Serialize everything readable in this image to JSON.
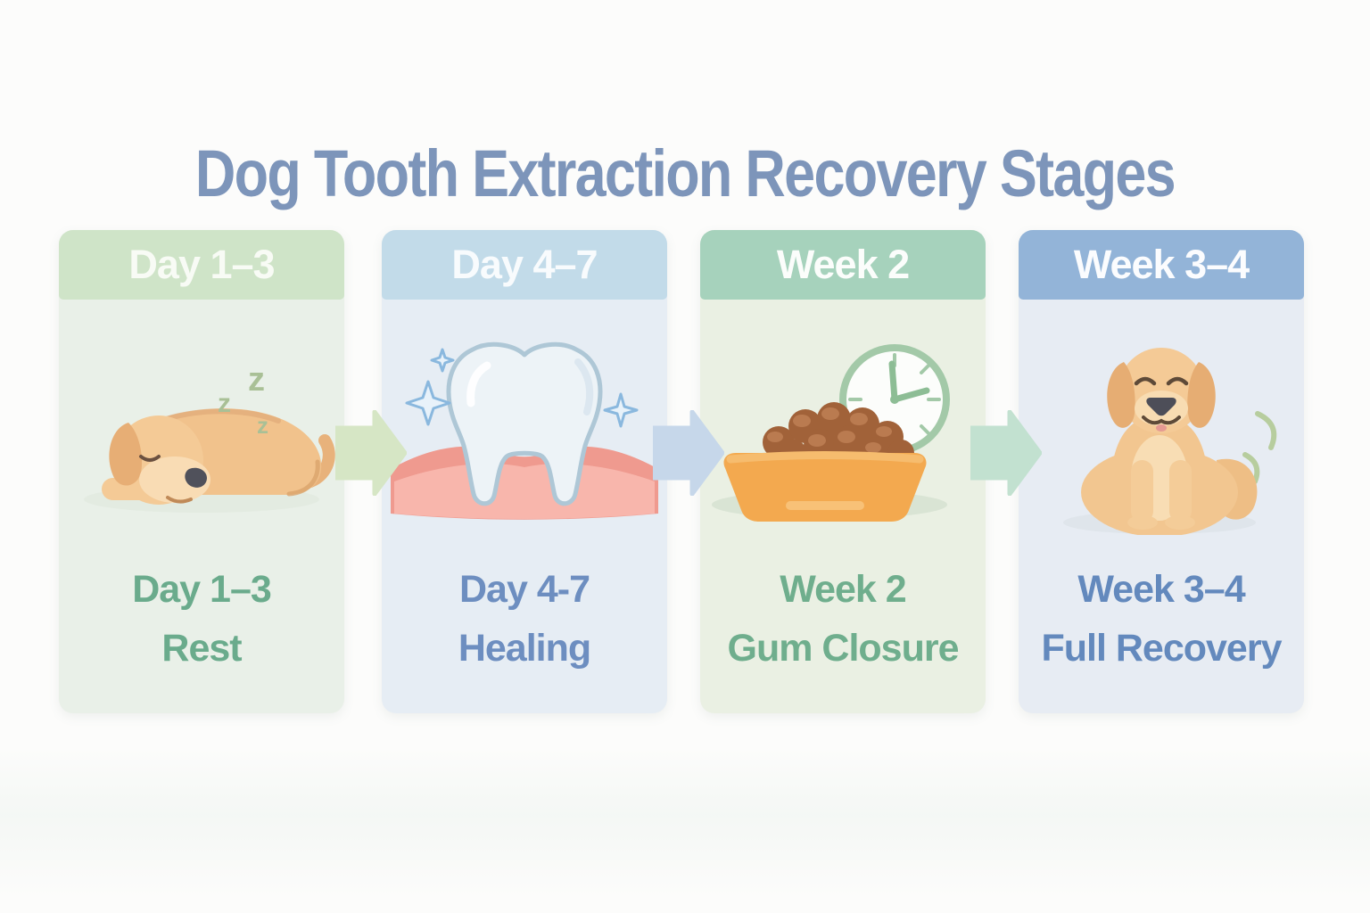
{
  "title": "Dog Tooth Extraction Recovery Stages",
  "title_color": "#7d95ba",
  "background": "#fcfcfb",
  "stages": [
    {
      "header": "Day 1–3",
      "period": "Day 1–3",
      "label": "Rest",
      "illustration": "sleeping-dog",
      "colors": {
        "header_bg": "#cfe4c8",
        "header_text": "#f8fbf5",
        "body_bg": "#e9f0e8",
        "text": "#6aab8c"
      }
    },
    {
      "header": "Day 4–7",
      "period": "Day 4-7",
      "label": "Healing",
      "illustration": "healing-tooth-in-gums",
      "colors": {
        "header_bg": "#c2dbe9",
        "header_text": "#f8fbfd",
        "body_bg": "#e6edf4",
        "text": "#6d8ec0"
      }
    },
    {
      "header": "Week 2",
      "period": "Week 2",
      "label": "Gum Closure",
      "illustration": "food-bowl-with-clock",
      "colors": {
        "header_bg": "#a6d2bc",
        "header_text": "#fbfdfb",
        "body_bg": "#eaf0e3",
        "text": "#6fae8d"
      }
    },
    {
      "header": "Week 3–4",
      "period": "Week 3–4",
      "label": "Full Recovery",
      "illustration": "happy-sitting-dog",
      "colors": {
        "header_bg": "#93b4d8",
        "header_text": "#fbfcfe",
        "body_bg": "#e7ecf3",
        "text": "#6389bd"
      }
    }
  ],
  "sleep_glyphs": [
    "z",
    "z",
    "z"
  ],
  "arrows": [
    {
      "color": "#d6e6c5"
    },
    {
      "color": "#c6d7ea"
    },
    {
      "color": "#c2e1d0"
    }
  ]
}
